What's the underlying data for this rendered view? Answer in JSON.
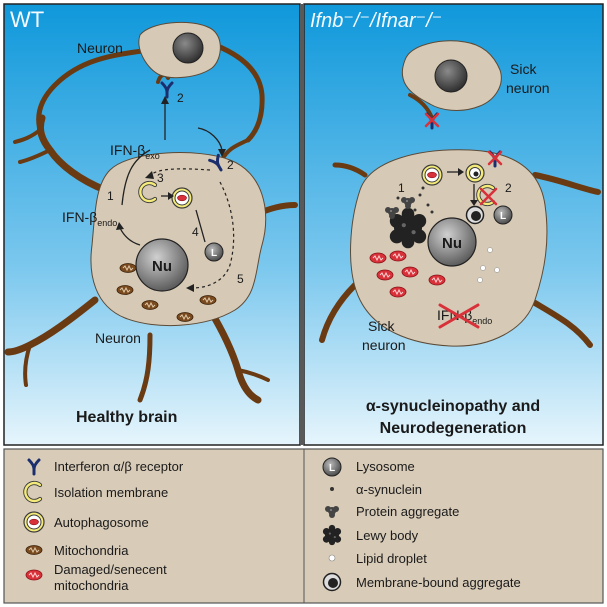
{
  "left_panel": {
    "title": "WT",
    "top_neuron_label": "Neuron",
    "main_neuron_label": "Neuron",
    "ifn_exo_main": "IFN-β",
    "ifn_exo_sub": "exo",
    "ifn_endo_main": "IFN-β",
    "ifn_endo_sub": "endo",
    "nucleus": "Nu",
    "lysosome_letter": "L",
    "steps": [
      "1",
      "2",
      "2",
      "3",
      "4",
      "5"
    ],
    "caption": "Healthy brain"
  },
  "right_panel": {
    "title": "Ifnb⁻/⁻/Ifnar⁻/⁻",
    "top_neuron_label_line1": "Sick",
    "top_neuron_label_line2": "neuron",
    "main_neuron_label_line1": "Sick",
    "main_neuron_label_line2": "neuron",
    "nucleus": "Nu",
    "lysosome_letter": "L",
    "steps": [
      "1",
      "2"
    ],
    "ifn_endo_main": "IFN-β",
    "ifn_endo_sub": "endo",
    "caption_line1": "α-synucleinopathy and",
    "caption_line2": "Neurodegeneration"
  },
  "legend": {
    "left": [
      {
        "icon": "receptor-icon",
        "label": "Interferon α/β receptor"
      },
      {
        "icon": "isolation-membrane-icon",
        "label": "Isolation membrane"
      },
      {
        "icon": "autophagosome-icon",
        "label": "Autophagosome"
      },
      {
        "icon": "mitochondria-icon",
        "label": "Mitochondria"
      },
      {
        "icon": "damaged-mitochondria-icon",
        "label_line1": "Damaged/senecent",
        "label_line2": "mitochondria"
      }
    ],
    "right": [
      {
        "icon": "lysosome-icon",
        "letter": "L",
        "label": "Lysosome"
      },
      {
        "icon": "alpha-synuclein-icon",
        "label": "α-synuclein"
      },
      {
        "icon": "protein-aggregate-icon",
        "label": "Protein aggregate"
      },
      {
        "icon": "lewy-body-icon",
        "label": "Lewy body"
      },
      {
        "icon": "lipid-droplet-icon",
        "label": "Lipid droplet"
      },
      {
        "icon": "membrane-bound-aggregate-icon",
        "label": "Membrane-bound aggregate"
      }
    ]
  },
  "colors": {
    "sky_top": "#0f98db",
    "sky_bottom": "#e6f5fc",
    "cell_fill": "#d6c9b5",
    "dendrite": "#6a3a12",
    "legend_bg": "#d8cbb8",
    "receptor": "#1b2f6e",
    "damaged_mito": "#d9313a",
    "mito": "#7a4a1f",
    "autophagosome": "#e8d84a"
  }
}
